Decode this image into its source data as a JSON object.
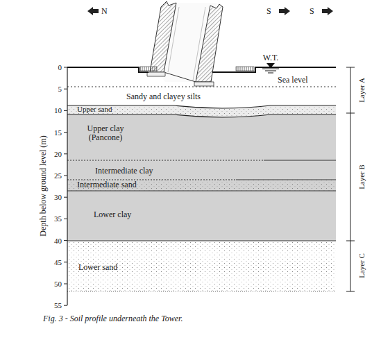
{
  "diagram": {
    "caption": "Fig. 3 - Soil profile underneath the Tower.",
    "nodes": [
      {
        "text": [
          "Sandy and clayey silts"
        ]
      },
      {
        "text": [
          "Upper sand"
        ]
      },
      {
        "text": [
          "Upper clay (Pancone)"
        ]
      },
      {
        "text": [
          "Intermediate clay"
        ]
      },
      {
        "text": [
          "Intermediate sand"
        ]
      },
      {
        "text": [
          "Lower clay"
        ]
      },
      {
        "text": [
          "Lower sand"
        ]
      }
    ],
    "edges": [],
    "labels": [
      "N",
      "S",
      "S",
      "W.T.",
      "Sea level",
      "0",
      "5",
      "10",
      "15",
      "20",
      "25",
      "30",
      "35",
      "40",
      "45",
      "50",
      "55",
      "Depth below ground level (m)",
      "Layer A",
      "Layer B",
      "Layer C"
    ]
  }
}
